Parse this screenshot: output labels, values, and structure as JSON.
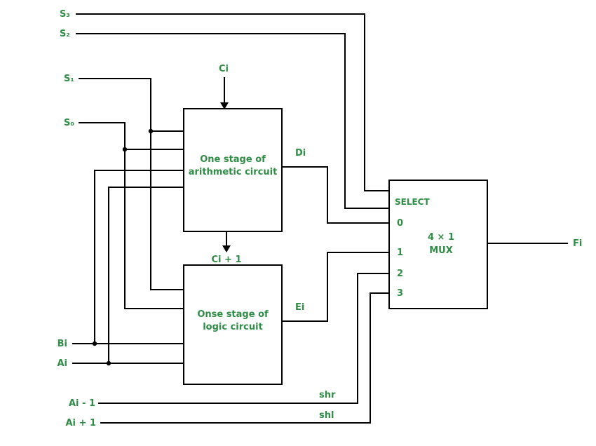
{
  "labels": {
    "s3": "S₃",
    "s2": "S₂",
    "s1": "S₁",
    "s0": "S₀",
    "ci": "Ci",
    "di": "Di",
    "ci_plus_1": "Ci + 1",
    "ei": "Ei",
    "bi": "Bi",
    "ai": "Ai",
    "ai_minus_1": "Ai - 1",
    "ai_plus_1": "Ai + 1",
    "shr": "shr",
    "shl": "shl",
    "fi": "Fi"
  },
  "boxes": {
    "arithmetic": {
      "line1": "One stage of",
      "line2": "arithmetic circuit"
    },
    "logic": {
      "line1": "Onse stage of",
      "line2": "logic circuit"
    },
    "mux": {
      "select_label": "SELECT",
      "input0": "0",
      "input1": "1",
      "input2": "2",
      "input3": "3",
      "title_line1": "4 × 1",
      "title_line2": "MUX"
    }
  },
  "colors": {
    "label_green": "#2F8D46",
    "wire_black": "#000000",
    "background": "#FFFFFF"
  }
}
